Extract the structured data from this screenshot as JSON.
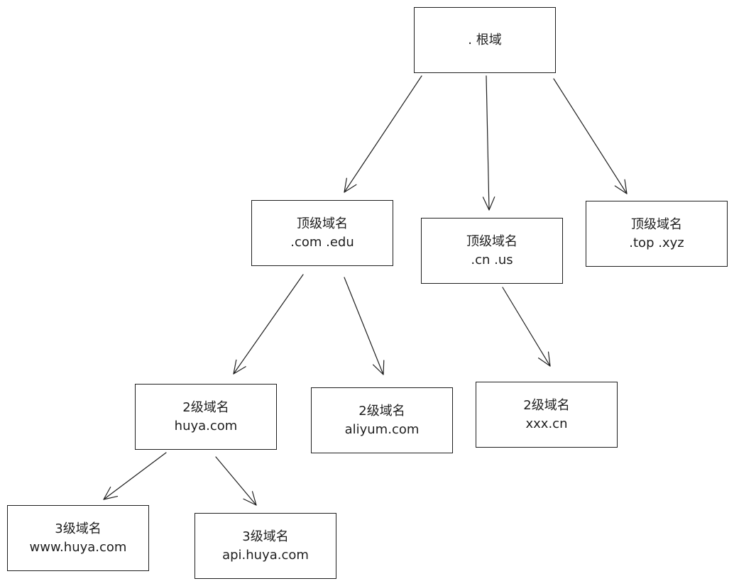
{
  "nodes": {
    "root": {
      "lines": [
        ". 根域"
      ]
    },
    "tld_com": {
      "lines": [
        "顶级域名",
        ".com .edu"
      ]
    },
    "tld_cn": {
      "lines": [
        "顶级域名",
        ".cn .us"
      ]
    },
    "tld_top": {
      "lines": [
        "顶级域名",
        ".top .xyz"
      ]
    },
    "sld_huya": {
      "lines": [
        "2级域名",
        "huya.com"
      ]
    },
    "sld_ali": {
      "lines": [
        "2级域名",
        "aliyum.com"
      ]
    },
    "sld_xxx": {
      "lines": [
        "2级域名",
        "xxx.cn"
      ]
    },
    "www_huya": {
      "lines": [
        "3级域名",
        "www.huya.com"
      ]
    },
    "api_huya": {
      "lines": [
        "3级域名",
        "api.huya.com"
      ]
    }
  },
  "edges": [
    {
      "from": "root",
      "to": "tld_com"
    },
    {
      "from": "root",
      "to": "tld_cn"
    },
    {
      "from": "root",
      "to": "tld_top"
    },
    {
      "from": "tld_com",
      "to": "sld_huya"
    },
    {
      "from": "tld_com",
      "to": "sld_ali"
    },
    {
      "from": "tld_cn",
      "to": "sld_xxx"
    },
    {
      "from": "sld_huya",
      "to": "www_huya"
    },
    {
      "from": "sld_huya",
      "to": "api_huya"
    }
  ],
  "colors": {
    "stroke": "#1e1e1e",
    "background": "#ffffff"
  }
}
